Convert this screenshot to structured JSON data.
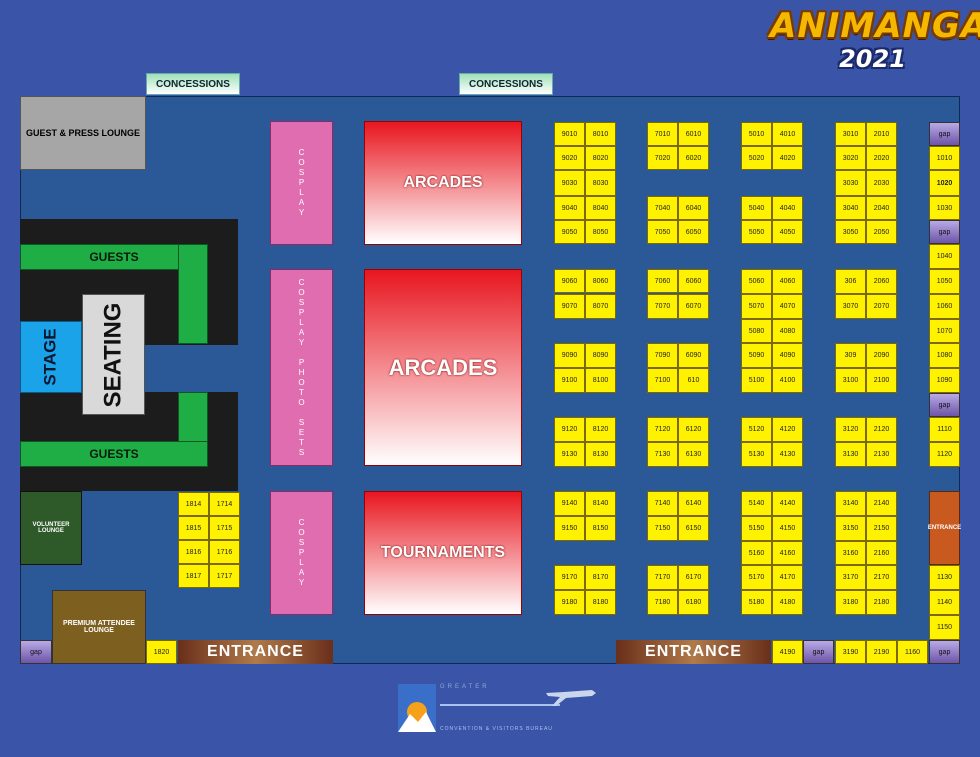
{
  "logo": {
    "line1": "ANIMANGA",
    "line2": "2021"
  },
  "concessions": [
    "CONCESSIONS",
    "CONCESSIONS"
  ],
  "rooms": {
    "guest_press": "GUEST & PRESS LOUNGE",
    "guests_top": "GUESTS",
    "guests_bottom": "GUESTS",
    "stage": "STAGE",
    "seating": "SEATING",
    "volunteer": "VOLUNTEER LOUNGE",
    "premium": "PREMIUM ATTENDEE LOUNGE",
    "cosplay_top": "COSPLAY",
    "cosplay_photo": "COSPLAY PHOTO SETS",
    "cosplay_bottom": "COSPLAY",
    "arcades_top": "ARCADES",
    "arcades_mid": "ARCADES",
    "tournaments": "TOURNAMENTS",
    "entrance_left": "ENTRANCE",
    "entrance_right": "ENTRANCE",
    "entrance_side": "ENTRANCE"
  },
  "booths": {
    "b1814": "1814",
    "b1714": "1714",
    "b1815": "1815",
    "b1715": "1715",
    "b1816": "1816",
    "b1716": "1716",
    "b1817": "1817",
    "b1717": "1717",
    "b1820": "1820",
    "b9010": "9010",
    "b8010": "8010",
    "b9020": "9020",
    "b8020": "8020",
    "b9030": "9030",
    "b8030": "8030",
    "b9040": "9040",
    "b8040": "8040",
    "b9050": "9050",
    "b8050": "8050",
    "b9060": "9060",
    "b8060": "8060",
    "b9070": "9070",
    "b8070": "8070",
    "b9090": "9090",
    "b8090": "8090",
    "b9100": "9100",
    "b8100": "8100",
    "b9120": "9120",
    "b8120": "8120",
    "b9130": "9130",
    "b8130": "8130",
    "b9140": "9140",
    "b8140": "8140",
    "b9150": "9150",
    "b8150": "8150",
    "b9170": "9170",
    "b8170": "8170",
    "b9180": "9180",
    "b8180": "8180",
    "b7010": "7010",
    "b6010": "6010",
    "b7020": "7020",
    "b6020": "6020",
    "b7040": "7040",
    "b6040": "6040",
    "b7050": "7050",
    "b6050": "6050",
    "b7060": "7060",
    "b6060": "6060",
    "b7070": "7070",
    "b6070": "6070",
    "b7090": "7090",
    "b6090": "6090",
    "b7100": "7100",
    "b610": "610",
    "b7120": "7120",
    "b6120": "6120",
    "b7130": "7130",
    "b6130": "6130",
    "b7140": "7140",
    "b6140": "6140",
    "b7150": "7150",
    "b6150": "6150",
    "b7170": "7170",
    "b6170": "6170",
    "b7180": "7180",
    "b6180": "6180",
    "b5010": "5010",
    "b4010": "4010",
    "b5020": "5020",
    "b4020": "4020",
    "b5040": "5040",
    "b4040": "4040",
    "b5050": "5050",
    "b4050": "4050",
    "b5060": "5060",
    "b4060": "4060",
    "b5070": "5070",
    "b4070": "4070",
    "b5080": "5080",
    "b4080": "4080",
    "b5090": "5090",
    "b4090": "4090",
    "b5100": "5100",
    "b4100": "4100",
    "b5120": "5120",
    "b4120": "4120",
    "b5130": "5130",
    "b4130": "4130",
    "b5140": "5140",
    "b4140": "4140",
    "b5150": "5150",
    "b4150": "4150",
    "b5160": "5160",
    "b4160": "4160",
    "b5170": "5170",
    "b4170": "4170",
    "b5180": "5180",
    "b4180": "4180",
    "b4190": "4190",
    "b3010": "3010",
    "b2010": "2010",
    "b3020": "3020",
    "b2020": "2020",
    "b3030": "3030",
    "b2030": "2030",
    "b3040": "3040",
    "b2040": "2040",
    "b3050": "3050",
    "b2050": "2050",
    "b306": "306",
    "b2060": "2060",
    "b3070": "3070",
    "b2070": "2070",
    "b309": "309",
    "b2090": "2090",
    "b3100": "3100",
    "b2100": "2100",
    "b3120": "3120",
    "b2120": "2120",
    "b3130": "3130",
    "b2130": "2130",
    "b3140": "3140",
    "b2140": "2140",
    "b3150": "3150",
    "b2150": "2150",
    "b3160": "3160",
    "b2160": "2160",
    "b3170": "3170",
    "b2170": "2170",
    "b3180": "3180",
    "b2180": "2180",
    "b3190": "3190",
    "b2190": "2190",
    "b1160": "1160",
    "b1010": "1010",
    "b1020": "1020",
    "b1030": "1030",
    "b1040": "1040",
    "b1050": "1050",
    "b1060": "1060",
    "b1070": "1070",
    "b1080": "1080",
    "b1090": "1090",
    "b1110": "1110",
    "b1120": "1120",
    "b1130": "1130",
    "b1140": "1140",
    "b1150": "1150"
  },
  "gap_label": "gap",
  "sponsor": {
    "line1": "GREATER",
    "line2": "CONVENTION & VISITORS BUREAU"
  }
}
